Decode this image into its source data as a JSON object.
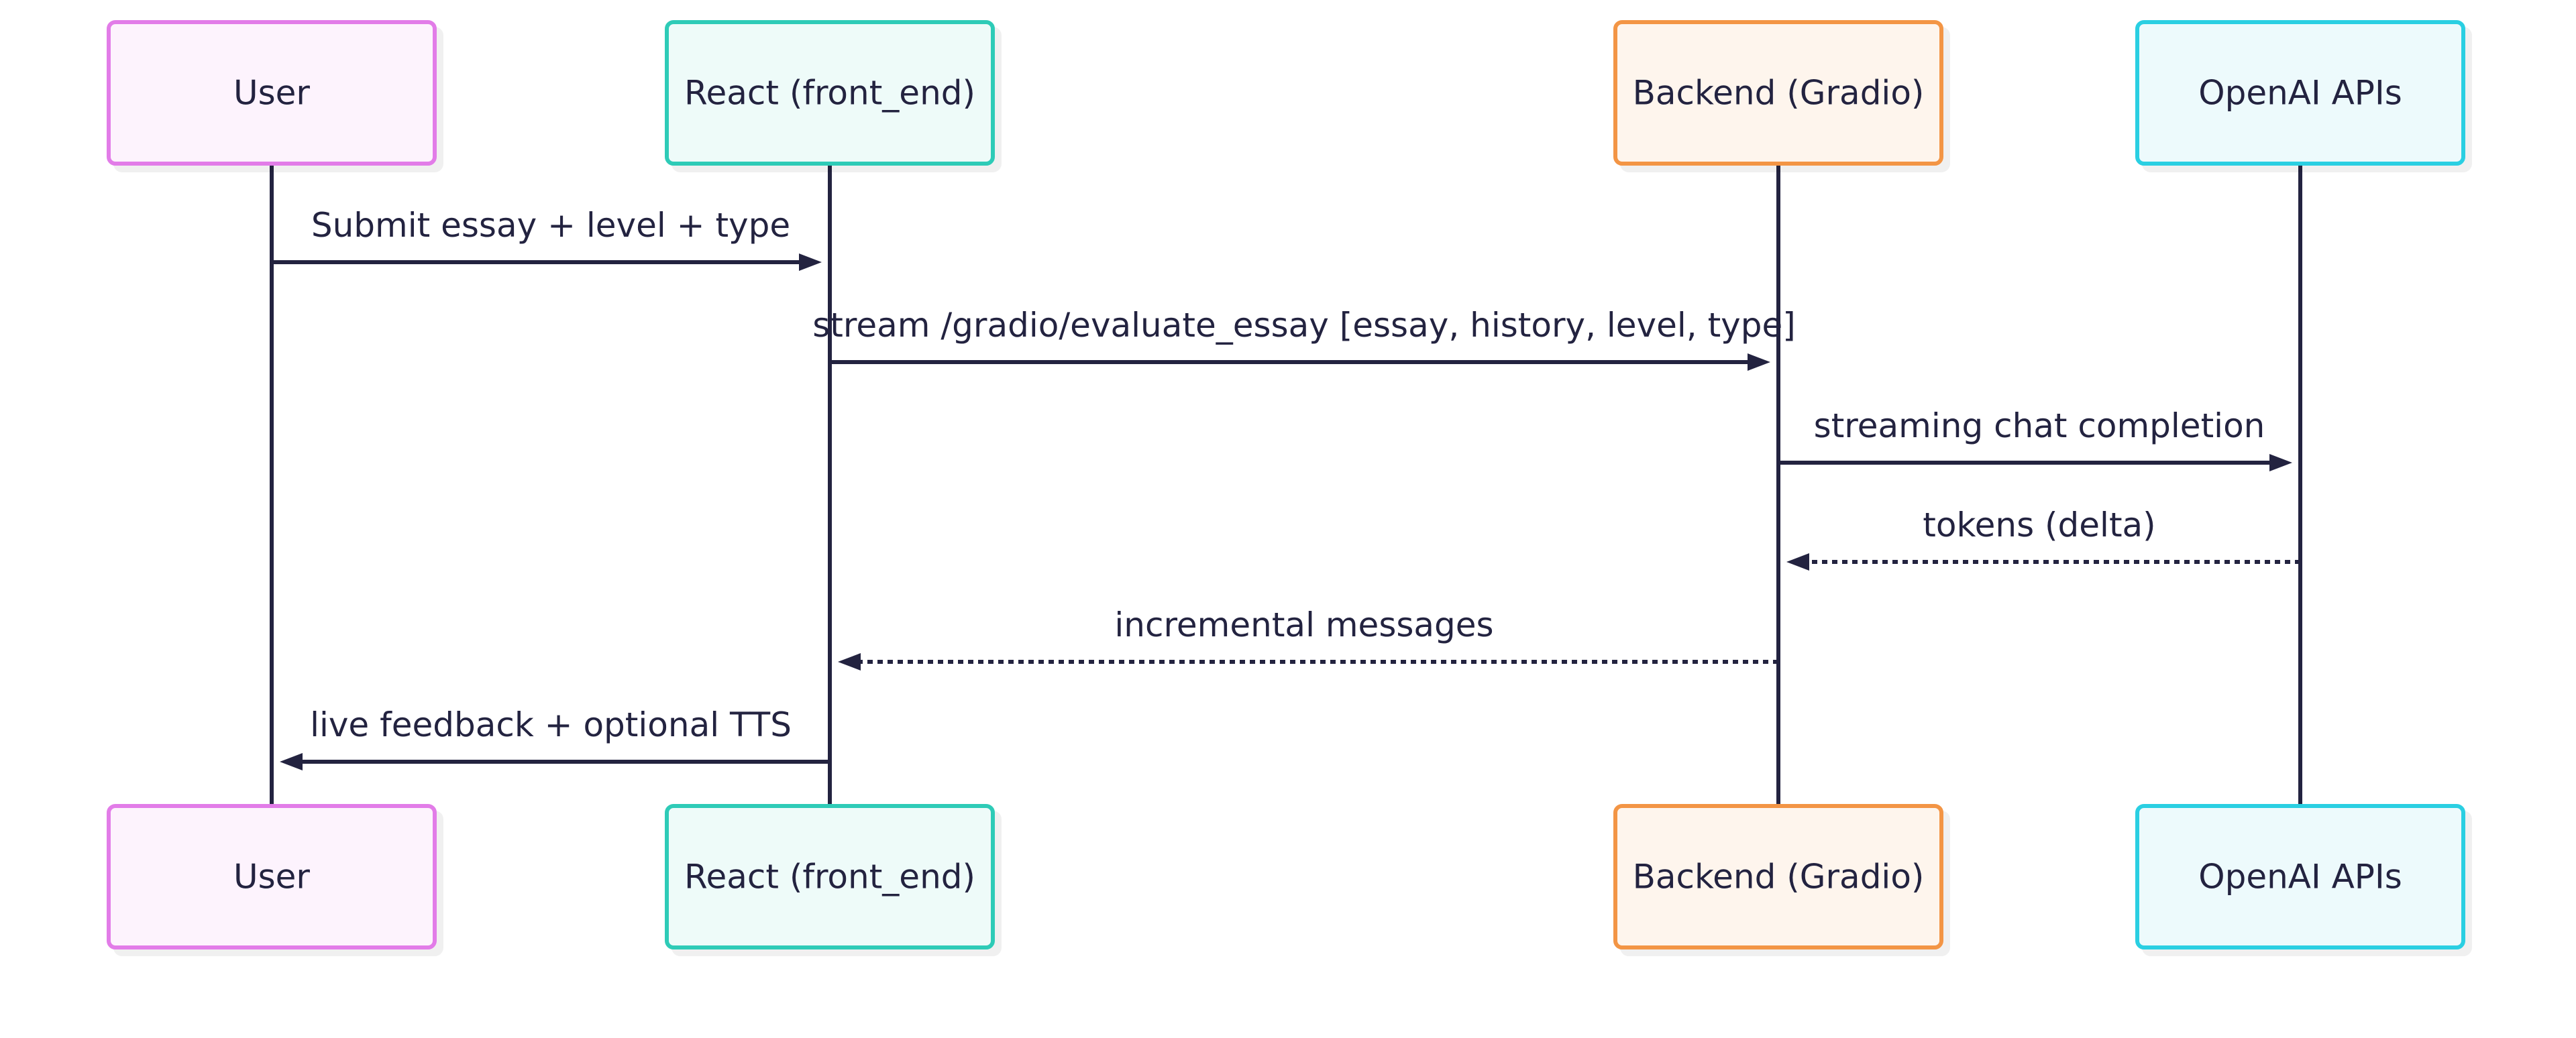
{
  "diagram": {
    "type": "sequence",
    "participants": [
      {
        "id": "user",
        "label": "User",
        "border": "#e27ce8",
        "fill": "#fdf3fd"
      },
      {
        "id": "react",
        "label": "React (front_end)",
        "border": "#2ecbb7",
        "fill": "#eefbf9"
      },
      {
        "id": "backend",
        "label": "Backend (Gradio)",
        "border": "#f39545",
        "fill": "#fef5ed"
      },
      {
        "id": "openai",
        "label": "OpenAI APIs",
        "border": "#29cfe2",
        "fill": "#edfafc"
      }
    ],
    "messages": [
      {
        "from": "user",
        "to": "react",
        "label": "Submit essay + level + type",
        "style": "solid"
      },
      {
        "from": "react",
        "to": "backend",
        "label": "stream /gradio/evaluate_essay [essay, history, level, type]",
        "style": "solid"
      },
      {
        "from": "backend",
        "to": "openai",
        "label": "streaming chat completion",
        "style": "solid"
      },
      {
        "from": "openai",
        "to": "backend",
        "label": "tokens (delta)",
        "style": "dashed"
      },
      {
        "from": "backend",
        "to": "react",
        "label": "incremental messages",
        "style": "dashed"
      },
      {
        "from": "react",
        "to": "user",
        "label": "live feedback + optional TTS",
        "style": "solid"
      }
    ],
    "line_color": "#232340"
  }
}
